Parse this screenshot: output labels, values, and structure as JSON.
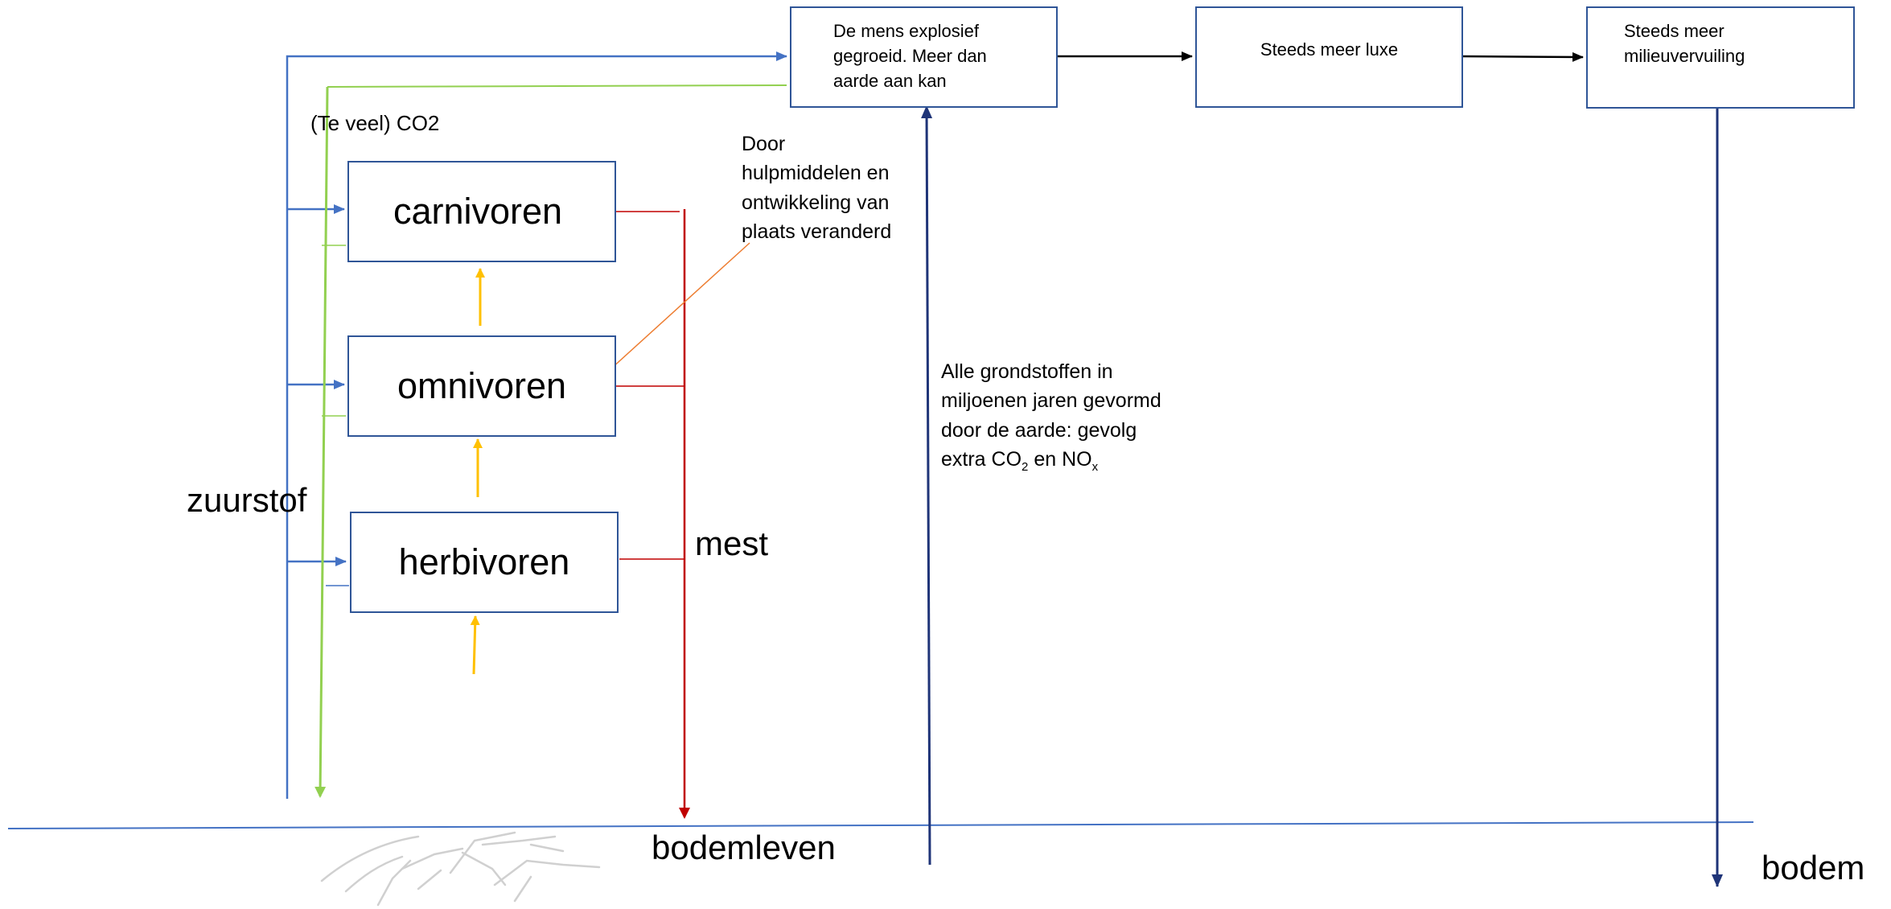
{
  "nodes": {
    "carnivoren": "carnivoren",
    "omnivoren": "omnivoren",
    "herbivoren": "herbivoren",
    "mens": "De mens explosief gegroeid. Meer dan aarde aan kan",
    "luxe": "Steeds meer luxe",
    "vervuiling": "Steeds meer milieuvervuiling"
  },
  "labels": {
    "co2": "(Te veel) CO2",
    "zuurstof": "zuurstof",
    "mest": "mest",
    "bodemleven": "bodemleven",
    "bodem": "bodem",
    "hulpmiddelen": "Door\nhulpmiddelen en\nontwikkeling van\nplaats veranderd",
    "grondstoffen": {
      "line1": "Alle grondstoffen in",
      "line2": "miljoenen jaren gevormd",
      "line3": "door de aarde: gevolg",
      "extra": "extra CO",
      "sub2": "2",
      "en": " en NO",
      "subx": "x"
    }
  },
  "colors": {
    "box_border": "#2f5597",
    "oxygen_arrow": "#4472c4",
    "co2_arrow": "#92d050",
    "manure": "#c00000",
    "food_chain": "#ffc000",
    "resource_arrow": "#1f3478",
    "flow_arrow": "#000000",
    "callout": "#ed7d31",
    "ground": "#4472c4"
  }
}
